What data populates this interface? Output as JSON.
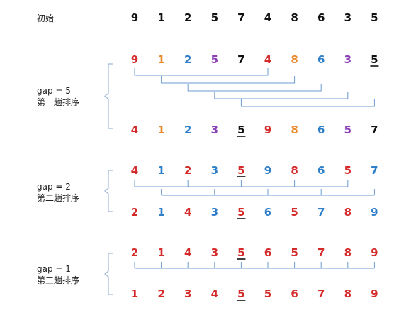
{
  "colors": {
    "black": "#111111",
    "red": "#d42a2a",
    "orange": "#e88a2e",
    "blue": "#2f7fc8",
    "purple": "#8a3fb5",
    "line": "#6b9bd1",
    "brace": "#9fb7d8"
  },
  "initial": {
    "label": "初始",
    "values": [
      9,
      1,
      2,
      5,
      7,
      4,
      8,
      6,
      3,
      5
    ],
    "colors": [
      "black",
      "black",
      "black",
      "black",
      "black",
      "black",
      "black",
      "black",
      "black",
      "black"
    ]
  },
  "passes": [
    {
      "gap_label": "gap = 5",
      "pass_label": "第一趟排序",
      "gap": 5,
      "before": {
        "values": [
          9,
          1,
          2,
          5,
          7,
          4,
          8,
          6,
          3,
          5
        ],
        "colors": [
          "red",
          "orange",
          "blue",
          "purple",
          "black",
          "red",
          "orange",
          "blue",
          "purple",
          "black"
        ],
        "underline": [
          9
        ]
      },
      "after": {
        "values": [
          4,
          1,
          2,
          3,
          5,
          9,
          8,
          6,
          5,
          7
        ],
        "colors": [
          "red",
          "orange",
          "blue",
          "purple",
          "black",
          "red",
          "orange",
          "blue",
          "purple",
          "black"
        ],
        "underline": [
          4
        ]
      }
    },
    {
      "gap_label": "gap = 2",
      "pass_label": "第二趟排序",
      "gap": 2,
      "before": {
        "values": [
          4,
          1,
          2,
          3,
          5,
          9,
          8,
          6,
          5,
          7
        ],
        "colors": [
          "red",
          "blue",
          "red",
          "blue",
          "red",
          "blue",
          "red",
          "blue",
          "red",
          "blue"
        ],
        "underline": [
          4
        ]
      },
      "after": {
        "values": [
          2,
          1,
          4,
          3,
          5,
          6,
          5,
          7,
          8,
          9
        ],
        "colors": [
          "red",
          "blue",
          "red",
          "blue",
          "red",
          "blue",
          "red",
          "blue",
          "red",
          "blue"
        ],
        "underline": [
          4
        ]
      }
    },
    {
      "gap_label": "gap = 1",
      "pass_label": "第三趟排序",
      "gap": 1,
      "before": {
        "values": [
          2,
          1,
          4,
          3,
          5,
          6,
          5,
          7,
          8,
          9
        ],
        "colors": [
          "red",
          "red",
          "red",
          "red",
          "red",
          "red",
          "red",
          "red",
          "red",
          "red"
        ],
        "underline": [
          4
        ]
      },
      "after": {
        "values": [
          1,
          2,
          3,
          4,
          5,
          5,
          6,
          7,
          8,
          9
        ],
        "colors": [
          "red",
          "red",
          "red",
          "red",
          "red",
          "red",
          "red",
          "red",
          "red",
          "red"
        ],
        "underline": [
          4
        ]
      }
    }
  ]
}
